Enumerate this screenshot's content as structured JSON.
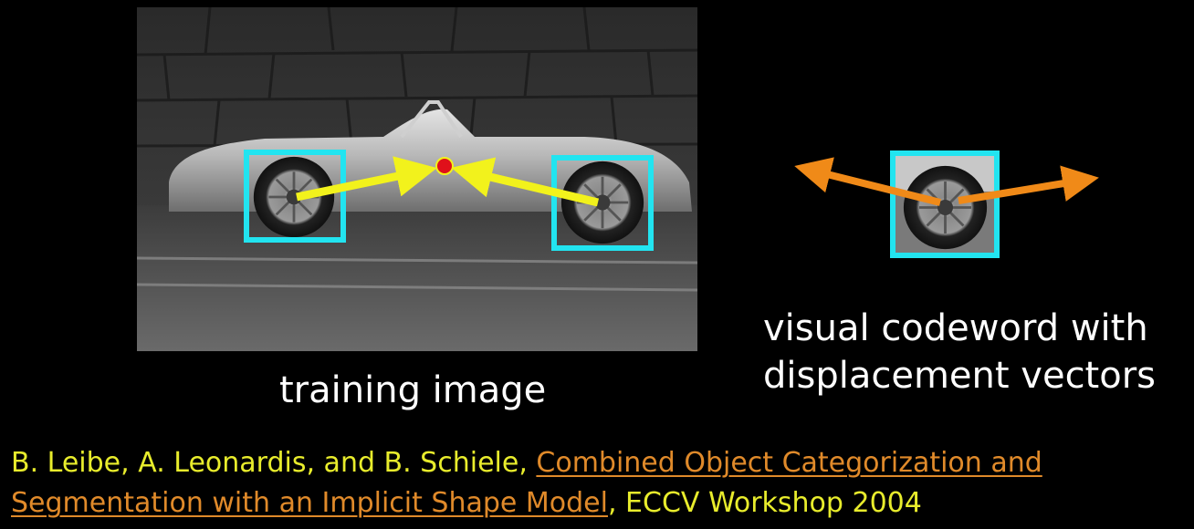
{
  "captions": {
    "training_image": "training image",
    "codeword_line1": "visual codeword with",
    "codeword_line2": "displacement vectors"
  },
  "reference": {
    "authors": "B. Leibe, A. Leonardis, and B. Schiele, ",
    "title": "Combined Object Categorization and Segmentation with an Implicit Shape Model",
    "venue": ", ECCV Workshop 2004"
  },
  "icons": {
    "patch_box": "cyan-square",
    "object_center": "red-dot",
    "training_vectors": "yellow-arrow",
    "codeword_vectors": "orange-arrow"
  },
  "colors": {
    "background": "#000000",
    "patch_box": "#22e4f0",
    "training_vector": "#f2f21c",
    "object_center": "#e0101a",
    "codeword_vector": "#f08a18",
    "reference_text": "#e8ec2c",
    "reference_link": "#e08a2a",
    "caption_text": "#ffffff"
  }
}
